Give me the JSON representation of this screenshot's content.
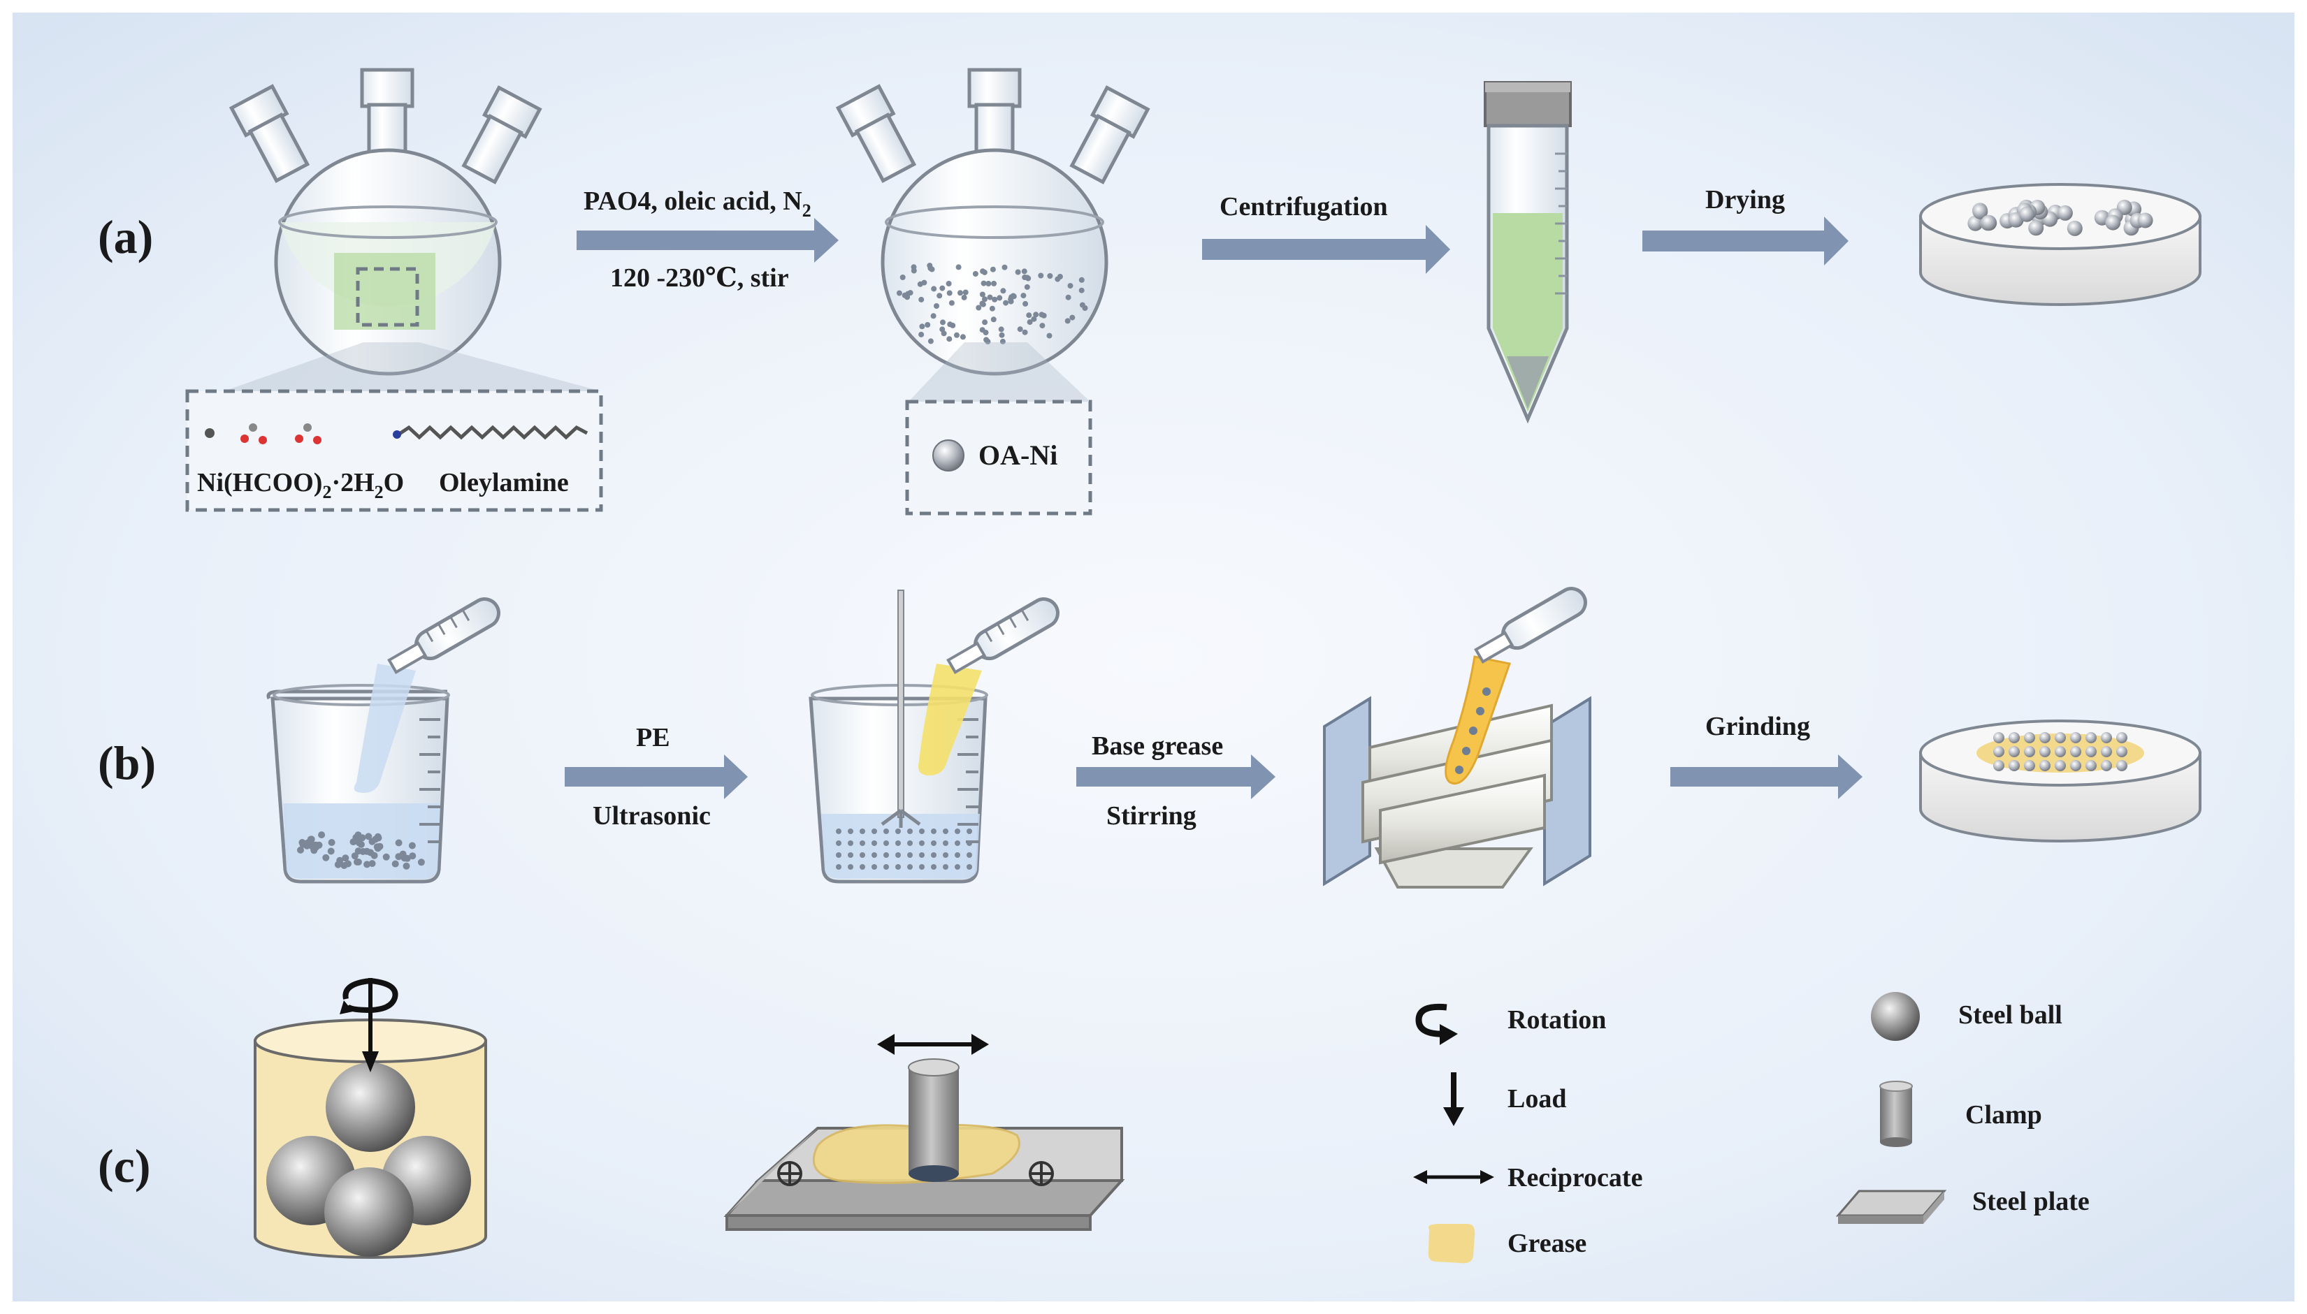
{
  "panels": {
    "a": {
      "tag": "(a)",
      "arrow1_top": "PAO4, oleic acid, N",
      "arrow1_top_sub": "2",
      "arrow1_bottom": "120 -230℃, stir",
      "arrow2": "Centrifugation",
      "arrow3": "Drying",
      "legend_left_1": "Ni(HCOO)",
      "legend_left_1_sub": "2",
      "legend_left_1_mid": "·2H",
      "legend_left_1_sub2": "2",
      "legend_left_1_end": "O",
      "legend_left_2": "Oleylamine",
      "legend_right": "OA-Ni"
    },
    "b": {
      "tag": "(b)",
      "arrow1_top": "PE",
      "arrow1_bottom": "Ultrasonic",
      "arrow2_top": "Base grease",
      "arrow2_bottom": "Stirring",
      "arrow3": "Grinding"
    },
    "c": {
      "tag": "(c)",
      "legend": {
        "rotation": "Rotation",
        "load": "Load",
        "reciprocate": "Reciprocate",
        "grease": "Grease",
        "steel_ball": "Steel ball",
        "clamp": "Clamp",
        "steel_plate": "Steel plate"
      }
    }
  },
  "colors": {
    "background": "#eef3fa",
    "arrow": "#8093b0",
    "glass_edge": "#7f8792",
    "green_liquid": "#b7dba3",
    "grease": "#f3d98c",
    "yellow_liquid": "#f4e06a",
    "blue_liquid": "#c9dcf2",
    "particle": "#7c8797"
  }
}
